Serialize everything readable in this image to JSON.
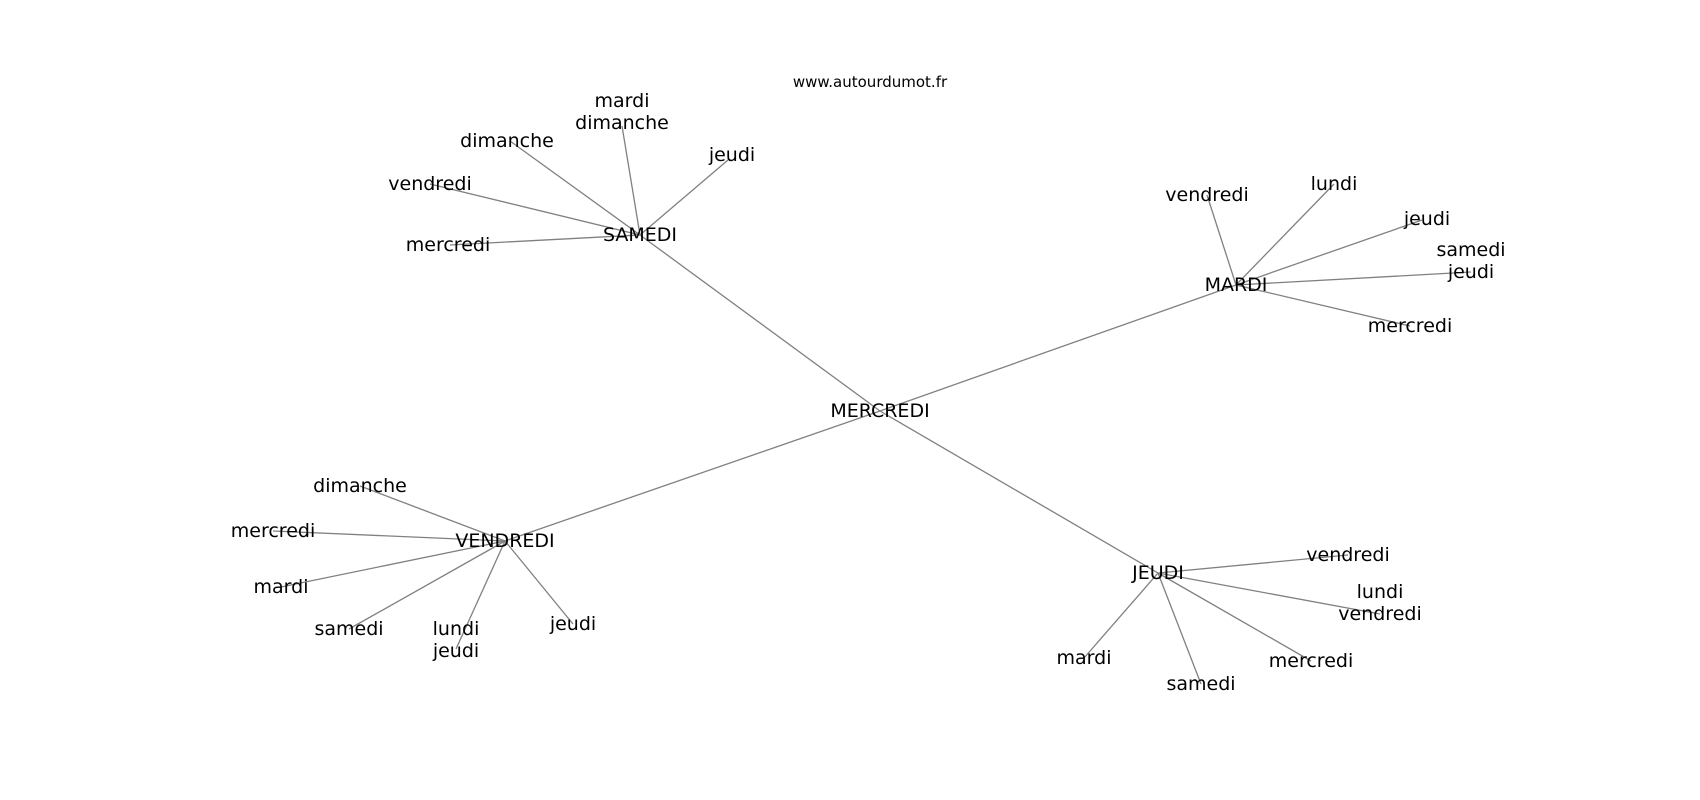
{
  "credit": "www.autourdumot.fr",
  "edge_color": "#808080",
  "text_color": "#000000",
  "background": "#ffffff",
  "graph": {
    "root": "MERCREDI",
    "hubs": [
      {
        "id": "samedi",
        "label": "SAMEDI",
        "leaves": [
          {
            "id": "samedi-mercredi",
            "lines": [
              "mercredi"
            ]
          },
          {
            "id": "samedi-vendredi",
            "lines": [
              "vendredi"
            ]
          },
          {
            "id": "samedi-dimanche",
            "lines": [
              "dimanche"
            ]
          },
          {
            "id": "samedi-mardi-dimanche",
            "lines": [
              "mardi",
              "dimanche"
            ]
          },
          {
            "id": "samedi-jeudi",
            "lines": [
              "jeudi"
            ]
          }
        ]
      },
      {
        "id": "mardi",
        "label": "MARDI",
        "leaves": [
          {
            "id": "mardi-vendredi",
            "lines": [
              "vendredi"
            ]
          },
          {
            "id": "mardi-lundi",
            "lines": [
              "lundi"
            ]
          },
          {
            "id": "mardi-jeudi",
            "lines": [
              "jeudi"
            ]
          },
          {
            "id": "mardi-samedi-jeudi",
            "lines": [
              "samedi",
              "jeudi"
            ]
          },
          {
            "id": "mardi-mercredi",
            "lines": [
              "mercredi"
            ]
          }
        ]
      },
      {
        "id": "vendredi",
        "label": "VENDREDI",
        "leaves": [
          {
            "id": "vendredi-dimanche",
            "lines": [
              "dimanche"
            ]
          },
          {
            "id": "vendredi-mercredi",
            "lines": [
              "mercredi"
            ]
          },
          {
            "id": "vendredi-mardi",
            "lines": [
              "mardi"
            ]
          },
          {
            "id": "vendredi-samedi",
            "lines": [
              "samedi"
            ]
          },
          {
            "id": "vendredi-lundi-jeudi",
            "lines": [
              "lundi",
              "jeudi"
            ]
          },
          {
            "id": "vendredi-jeudi",
            "lines": [
              "jeudi"
            ]
          }
        ]
      },
      {
        "id": "jeudi",
        "label": "JEUDI",
        "leaves": [
          {
            "id": "jeudi-vendredi",
            "lines": [
              "vendredi"
            ]
          },
          {
            "id": "jeudi-lundi-vendredi",
            "lines": [
              "lundi",
              "vendredi"
            ]
          },
          {
            "id": "jeudi-mercredi",
            "lines": [
              "mercredi"
            ]
          },
          {
            "id": "jeudi-samedi",
            "lines": [
              "samedi"
            ]
          },
          {
            "id": "jeudi-mardi",
            "lines": [
              "mardi"
            ]
          }
        ]
      }
    ]
  }
}
